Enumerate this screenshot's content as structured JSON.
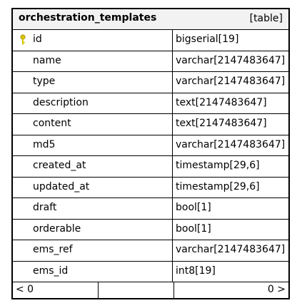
{
  "table": {
    "name": "orchestration_templates",
    "kind": "[table]",
    "columns": [
      {
        "name": "id",
        "type": "bigserial[19]",
        "primary_key": true
      },
      {
        "name": "name",
        "type": "varchar[2147483647]"
      },
      {
        "name": "type",
        "type": "varchar[2147483647]"
      },
      {
        "name": "description",
        "type": "text[2147483647]"
      },
      {
        "name": "content",
        "type": "text[2147483647]"
      },
      {
        "name": "md5",
        "type": "varchar[2147483647]"
      },
      {
        "name": "created_at",
        "type": "timestamp[29,6]"
      },
      {
        "name": "updated_at",
        "type": "timestamp[29,6]"
      },
      {
        "name": "draft",
        "type": "bool[1]"
      },
      {
        "name": "orderable",
        "type": "bool[1]"
      },
      {
        "name": "ems_ref",
        "type": "varchar[2147483647]"
      },
      {
        "name": "ems_id",
        "type": "int8[19]"
      }
    ],
    "footer": {
      "left": "< 0",
      "right": "0 >"
    }
  },
  "colors": {
    "border": "#000000",
    "header_bg": "#f2f2f2",
    "key_icon": "#d9c400"
  },
  "icons": {
    "primary_key": "key-icon"
  }
}
